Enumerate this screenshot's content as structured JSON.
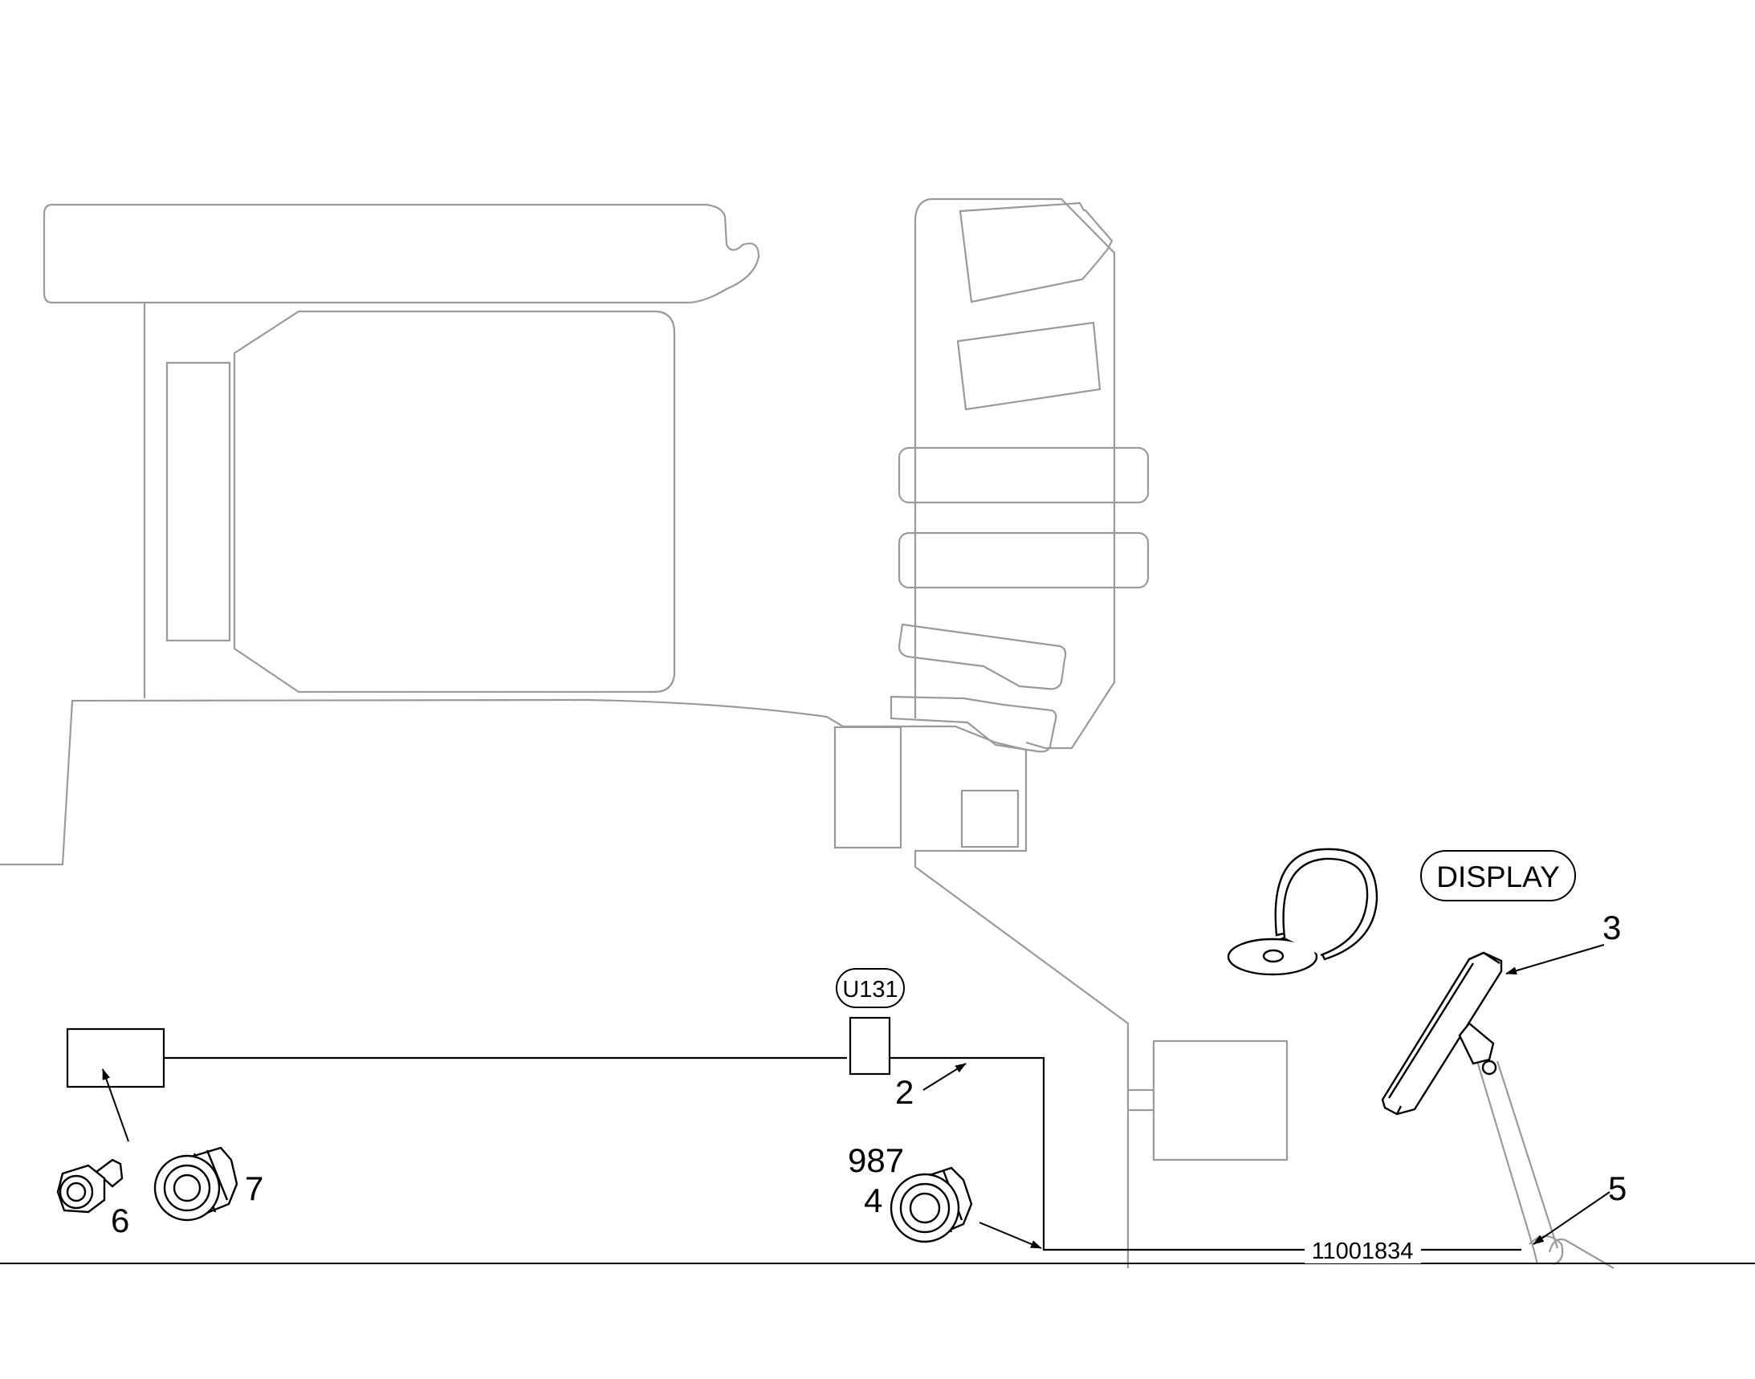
{
  "callouts": {
    "item_2": "2",
    "item_3": "3",
    "item_4": "4",
    "item_5": "5",
    "item_6": "6",
    "item_7": "7",
    "item_987": "987"
  },
  "tags": {
    "display": "DISPLAY",
    "u131": "U131"
  },
  "cable_number": "11001834",
  "colors": {
    "structure_line": "#9a9a9a",
    "wire_line": "#000000",
    "background": "#ffffff"
  }
}
